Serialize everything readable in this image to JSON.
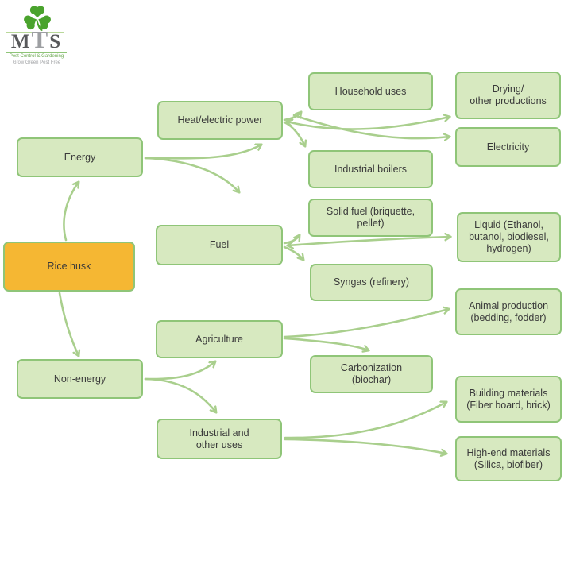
{
  "logo": {
    "letter_m": "M",
    "letter_t": "T",
    "letter_s": "S",
    "tagline1": "Pest Control & Gardening",
    "tagline2": "Grow Green Pest Free",
    "icon": "shamrock-icon",
    "green": "#4aa32d"
  },
  "colors": {
    "node_fill": "#d7e9c0",
    "node_border": "#8fc578",
    "root_fill": "#f5b733",
    "arrow": "#a9cf8d",
    "text": "#3a3a3a"
  },
  "diagram": {
    "root": {
      "label": "Rice husk"
    },
    "nodes": {
      "energy": {
        "label": "Energy"
      },
      "non_energy": {
        "label": "Non-energy"
      },
      "heat_electric": {
        "label": "Heat/electric power"
      },
      "fuel": {
        "label": "Fuel"
      },
      "agriculture": {
        "label": "Agriculture"
      },
      "industrial_other": {
        "label": "Industrial and\nother uses"
      },
      "household": {
        "label": "Household uses"
      },
      "industrial_boilers": {
        "label": "Industrial boilers"
      },
      "solid_fuel": {
        "label": "Solid fuel (briquette,\npellet)"
      },
      "syngas": {
        "label": "Syngas (refinery)"
      },
      "carbonization": {
        "label": "Carbonization\n(biochar)"
      },
      "drying": {
        "label": "Drying/\nother productions"
      },
      "electricity": {
        "label": "Electricity"
      },
      "liquid": {
        "label": "Liquid (Ethanol,\nbutanol, biodiesel,\nhydrogen)"
      },
      "animal_production": {
        "label": "Animal production\n(bedding, fodder)"
      },
      "building_materials": {
        "label": "Building materials\n(Fiber board, brick)"
      },
      "high_end_materials": {
        "label": "High-end materials\n(Silica, biofiber)"
      }
    },
    "edges": [
      {
        "from": "Rice husk",
        "to": "Energy"
      },
      {
        "from": "Rice husk",
        "to": "Non-energy"
      },
      {
        "from": "Energy",
        "to": "Heat/electric power"
      },
      {
        "from": "Energy",
        "to": "Fuel"
      },
      {
        "from": "Heat/electric power",
        "to": "Household uses"
      },
      {
        "from": "Heat/electric power",
        "to": "Industrial boilers"
      },
      {
        "from": "Heat/electric power",
        "to": "Drying/other productions"
      },
      {
        "from": "Heat/electric power",
        "to": "Electricity"
      },
      {
        "from": "Fuel",
        "to": "Solid fuel (briquette, pellet)"
      },
      {
        "from": "Fuel",
        "to": "Syngas (refinery)"
      },
      {
        "from": "Fuel",
        "to": "Liquid (Ethanol, butanol, biodiesel, hydrogen)"
      },
      {
        "from": "Non-energy",
        "to": "Agriculture"
      },
      {
        "from": "Non-energy",
        "to": "Industrial and other uses"
      },
      {
        "from": "Agriculture",
        "to": "Animal production (bedding, fodder)"
      },
      {
        "from": "Agriculture",
        "to": "Carbonization (biochar)"
      },
      {
        "from": "Industrial and other uses",
        "to": "Building materials (Fiber board, brick)"
      },
      {
        "from": "Industrial and other uses",
        "to": "High-end materials (Silica, biofiber)"
      }
    ]
  }
}
